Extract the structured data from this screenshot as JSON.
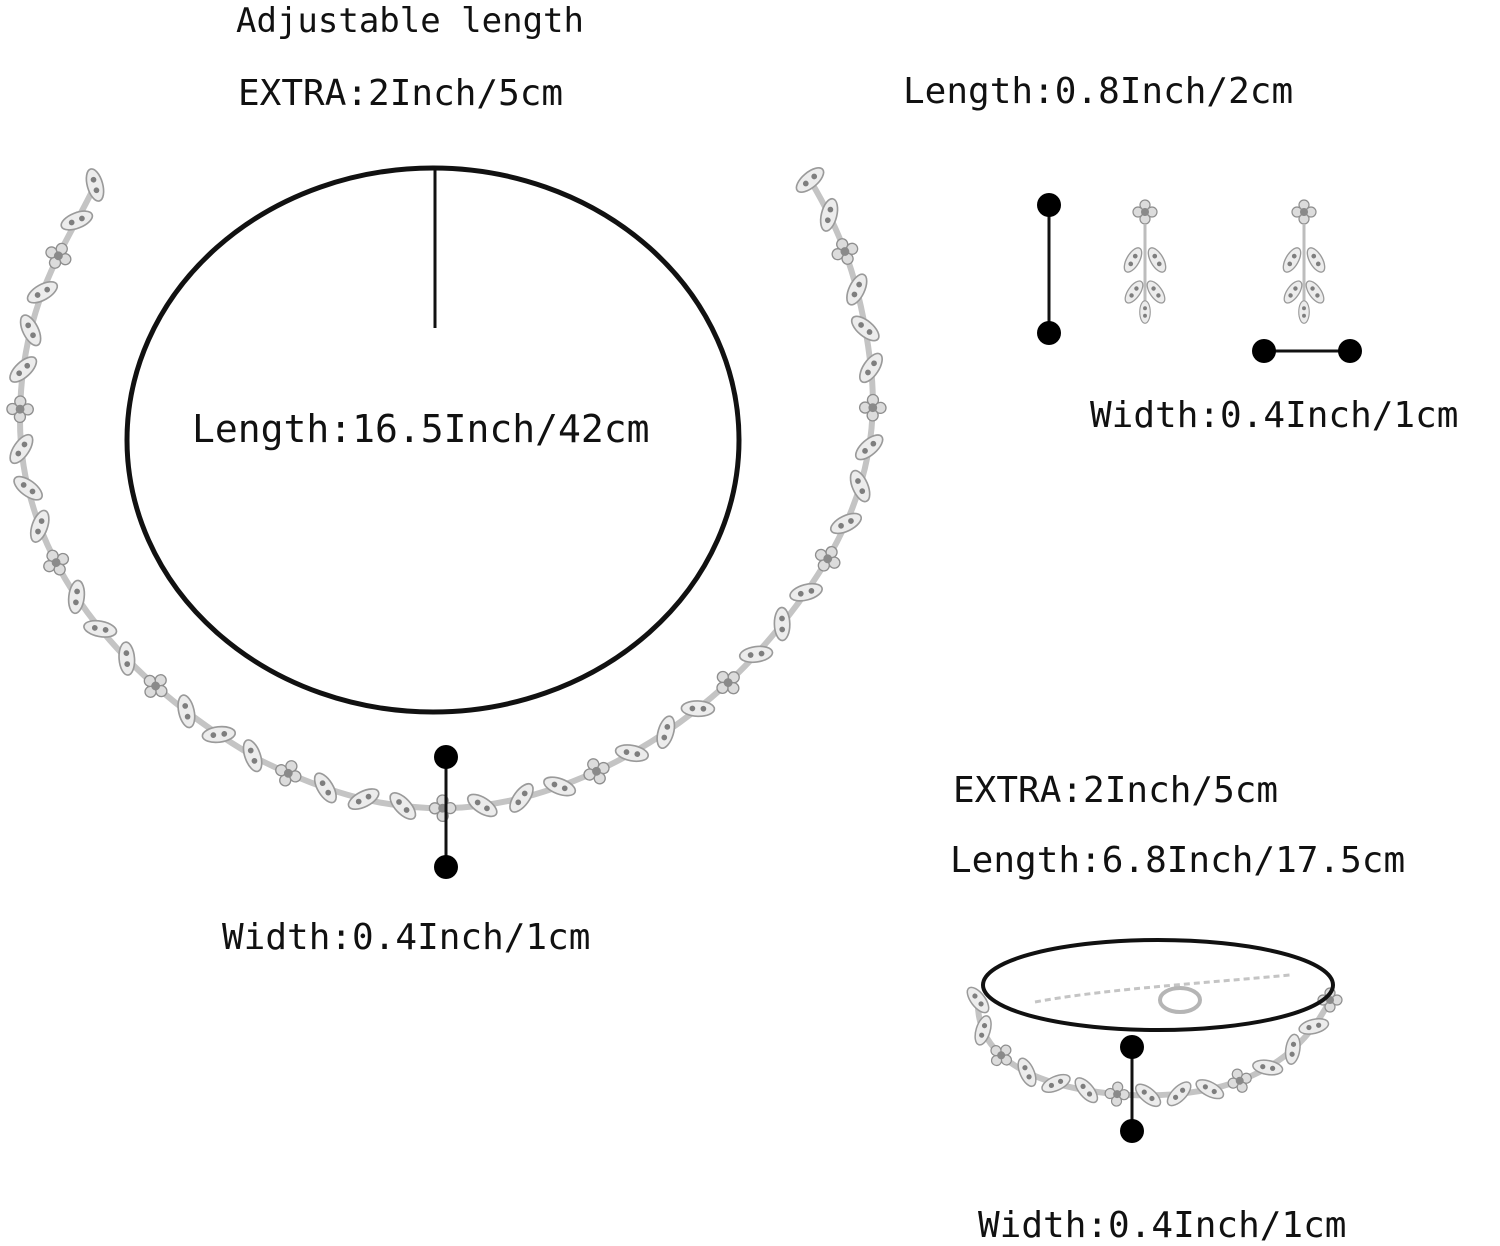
{
  "necklace": {
    "adjustable_label": "Adjustable length",
    "extra_label": "EXTRA:2Inch/5cm",
    "length_label": "Length:16.5Inch/42cm",
    "width_label": "Width:0.4Inch/1cm"
  },
  "earrings": {
    "length_label": "Length:0.8Inch/2cm",
    "width_label": "Width:0.4Inch/1cm"
  },
  "bracelet": {
    "extra_label": "EXTRA:2Inch/5cm",
    "length_label": "Length:6.8Inch/17.5cm",
    "width_label": "Width:0.4Inch/1cm"
  },
  "colors": {
    "background": "#ffffff",
    "line": "#111111",
    "metal": "#c9c9c9",
    "stone": "#8a8a8a"
  }
}
